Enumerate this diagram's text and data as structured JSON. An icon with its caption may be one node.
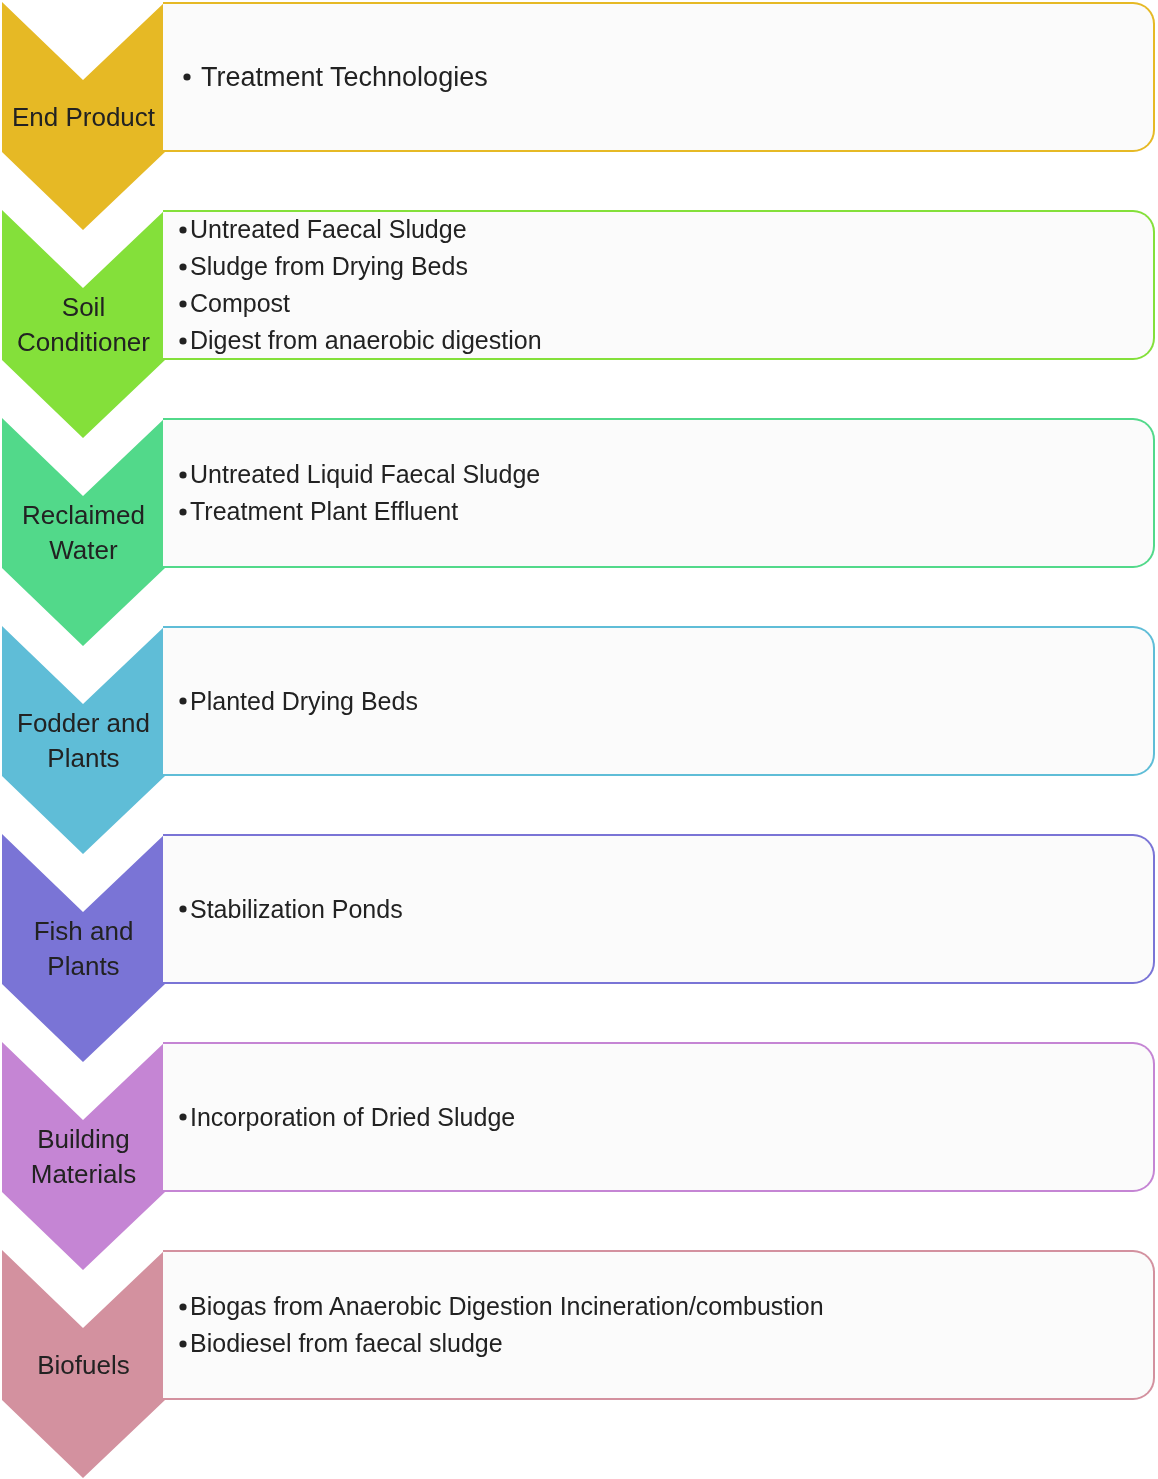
{
  "diagram": {
    "nodes": [
      {
        "text": [
          "End Product"
        ]
      },
      {
        "text": [
          "Treatment Technologies"
        ]
      },
      {
        "text": [
          "Soil Conditioner"
        ]
      },
      {
        "text": [
          "Untreated Faecal Sludge",
          "Sludge from Drying Beds",
          "Compost",
          "Digest from anaerobic digestion"
        ]
      },
      {
        "text": [
          "Reclaimed Water"
        ]
      },
      {
        "text": [
          "Untreated Liquid Faecal Sludge",
          "Treatment Plant Effluent"
        ]
      },
      {
        "text": [
          "Fodder and Plants"
        ]
      },
      {
        "text": [
          "Planted Drying Beds"
        ]
      },
      {
        "text": [
          "Fish and Plants"
        ]
      },
      {
        "text": [
          "Stabilization Ponds"
        ]
      },
      {
        "text": [
          "Building Materials"
        ]
      },
      {
        "text": [
          "Incorporation of Dried Sludge"
        ]
      },
      {
        "text": [
          "Biofuels"
        ]
      },
      {
        "text": [
          "Biogas from Anaerobic Digestion Incineration/combustion",
          "Biodiesel from faecal sludge"
        ]
      }
    ],
    "edges": []
  }
}
